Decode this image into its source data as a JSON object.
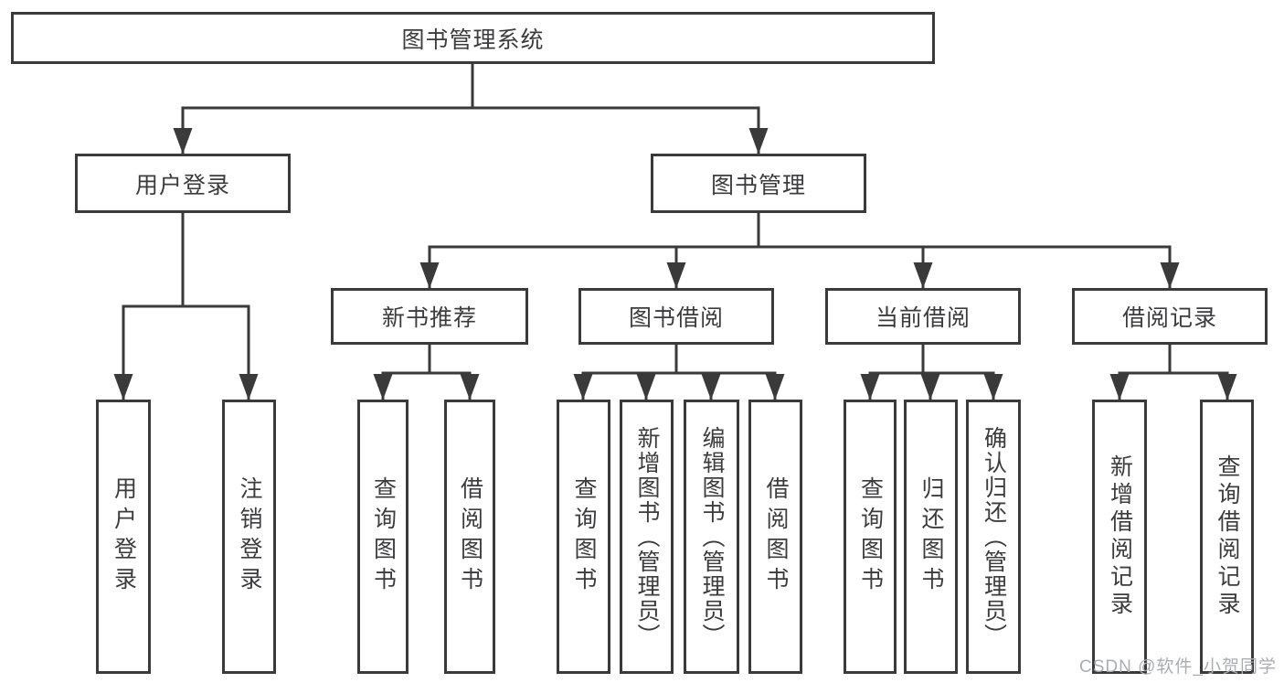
{
  "diagram": {
    "title_node": {
      "label": "图书管理系统"
    },
    "level1": [
      {
        "id": "user-login",
        "label": "用户登录"
      },
      {
        "id": "book-mgmt",
        "label": "图书管理"
      }
    ],
    "level2": [
      {
        "id": "new-books",
        "label": "新书推荐"
      },
      {
        "id": "book-borrow",
        "label": "图书借阅"
      },
      {
        "id": "current-borrow",
        "label": "当前借阅"
      },
      {
        "id": "borrow-records",
        "label": "借阅记录"
      }
    ],
    "leaves": {
      "user_login": [
        "用户登录",
        "注销登录"
      ],
      "new_books": [
        "查询图书",
        "借阅图书"
      ],
      "book_borrow": [
        "查询图书",
        "新增图书（管理员）",
        "编辑图书（管理员）",
        "借阅图书"
      ],
      "current_borrow": [
        "查询图书",
        "归还图书",
        "确认归还（管理员）"
      ],
      "borrow_records": [
        "新增借阅记录",
        "查询借阅记录"
      ]
    }
  },
  "watermark": "CSDN @软件_小贺同学",
  "colors": {
    "line": "#3a3a3a",
    "text": "#3c3c3e",
    "watermark": "#a9adb4",
    "background": "#ffffff"
  }
}
